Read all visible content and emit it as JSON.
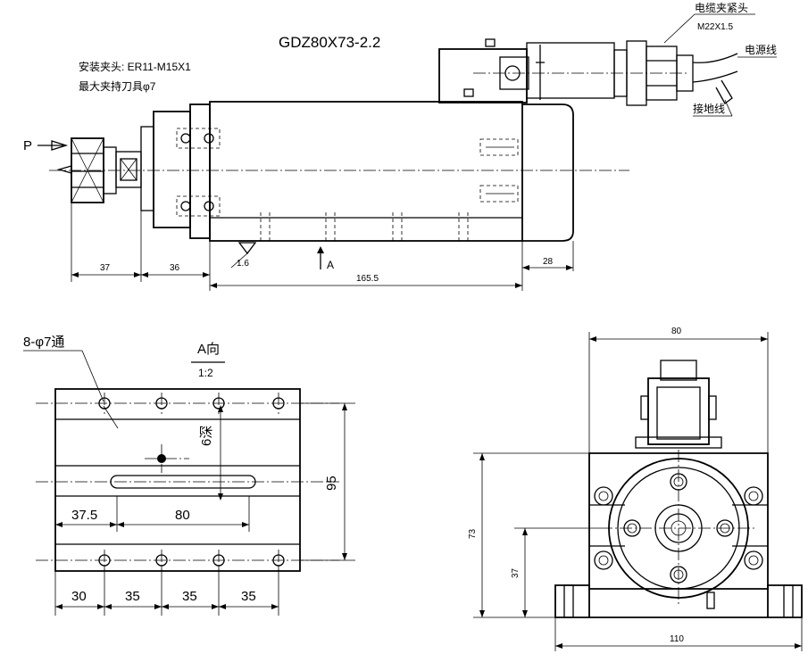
{
  "model": "GDZ80X73-2.2",
  "cable_clamp_label": "电缆夹紧头",
  "cable_clamp_spec": "M22X1.5",
  "power_line_label": "电源线",
  "ground_line_label": "接地线",
  "collet_label": "安装夹头: ER11-M15X1",
  "max_tool_label": "最大夹持刀具φ7",
  "pressure_label": "P",
  "side_view": {
    "dim_37": "37",
    "dim_36": "36",
    "dim_1655": "165.5",
    "dim_28": "28",
    "roughness": "1.6",
    "view_marker": "A"
  },
  "view_a": {
    "holes_label": "8-φ7通",
    "view_title": "A向",
    "scale": "1:2",
    "depth_label": "6深",
    "dim_95": "95",
    "dim_375": "37.5",
    "dim_80": "80",
    "dim_30": "30",
    "dim_35a": "35",
    "dim_35b": "35",
    "dim_35c": "35"
  },
  "end_view": {
    "dim_80": "80",
    "dim_73": "73",
    "dim_37": "37",
    "dim_110": "110"
  }
}
